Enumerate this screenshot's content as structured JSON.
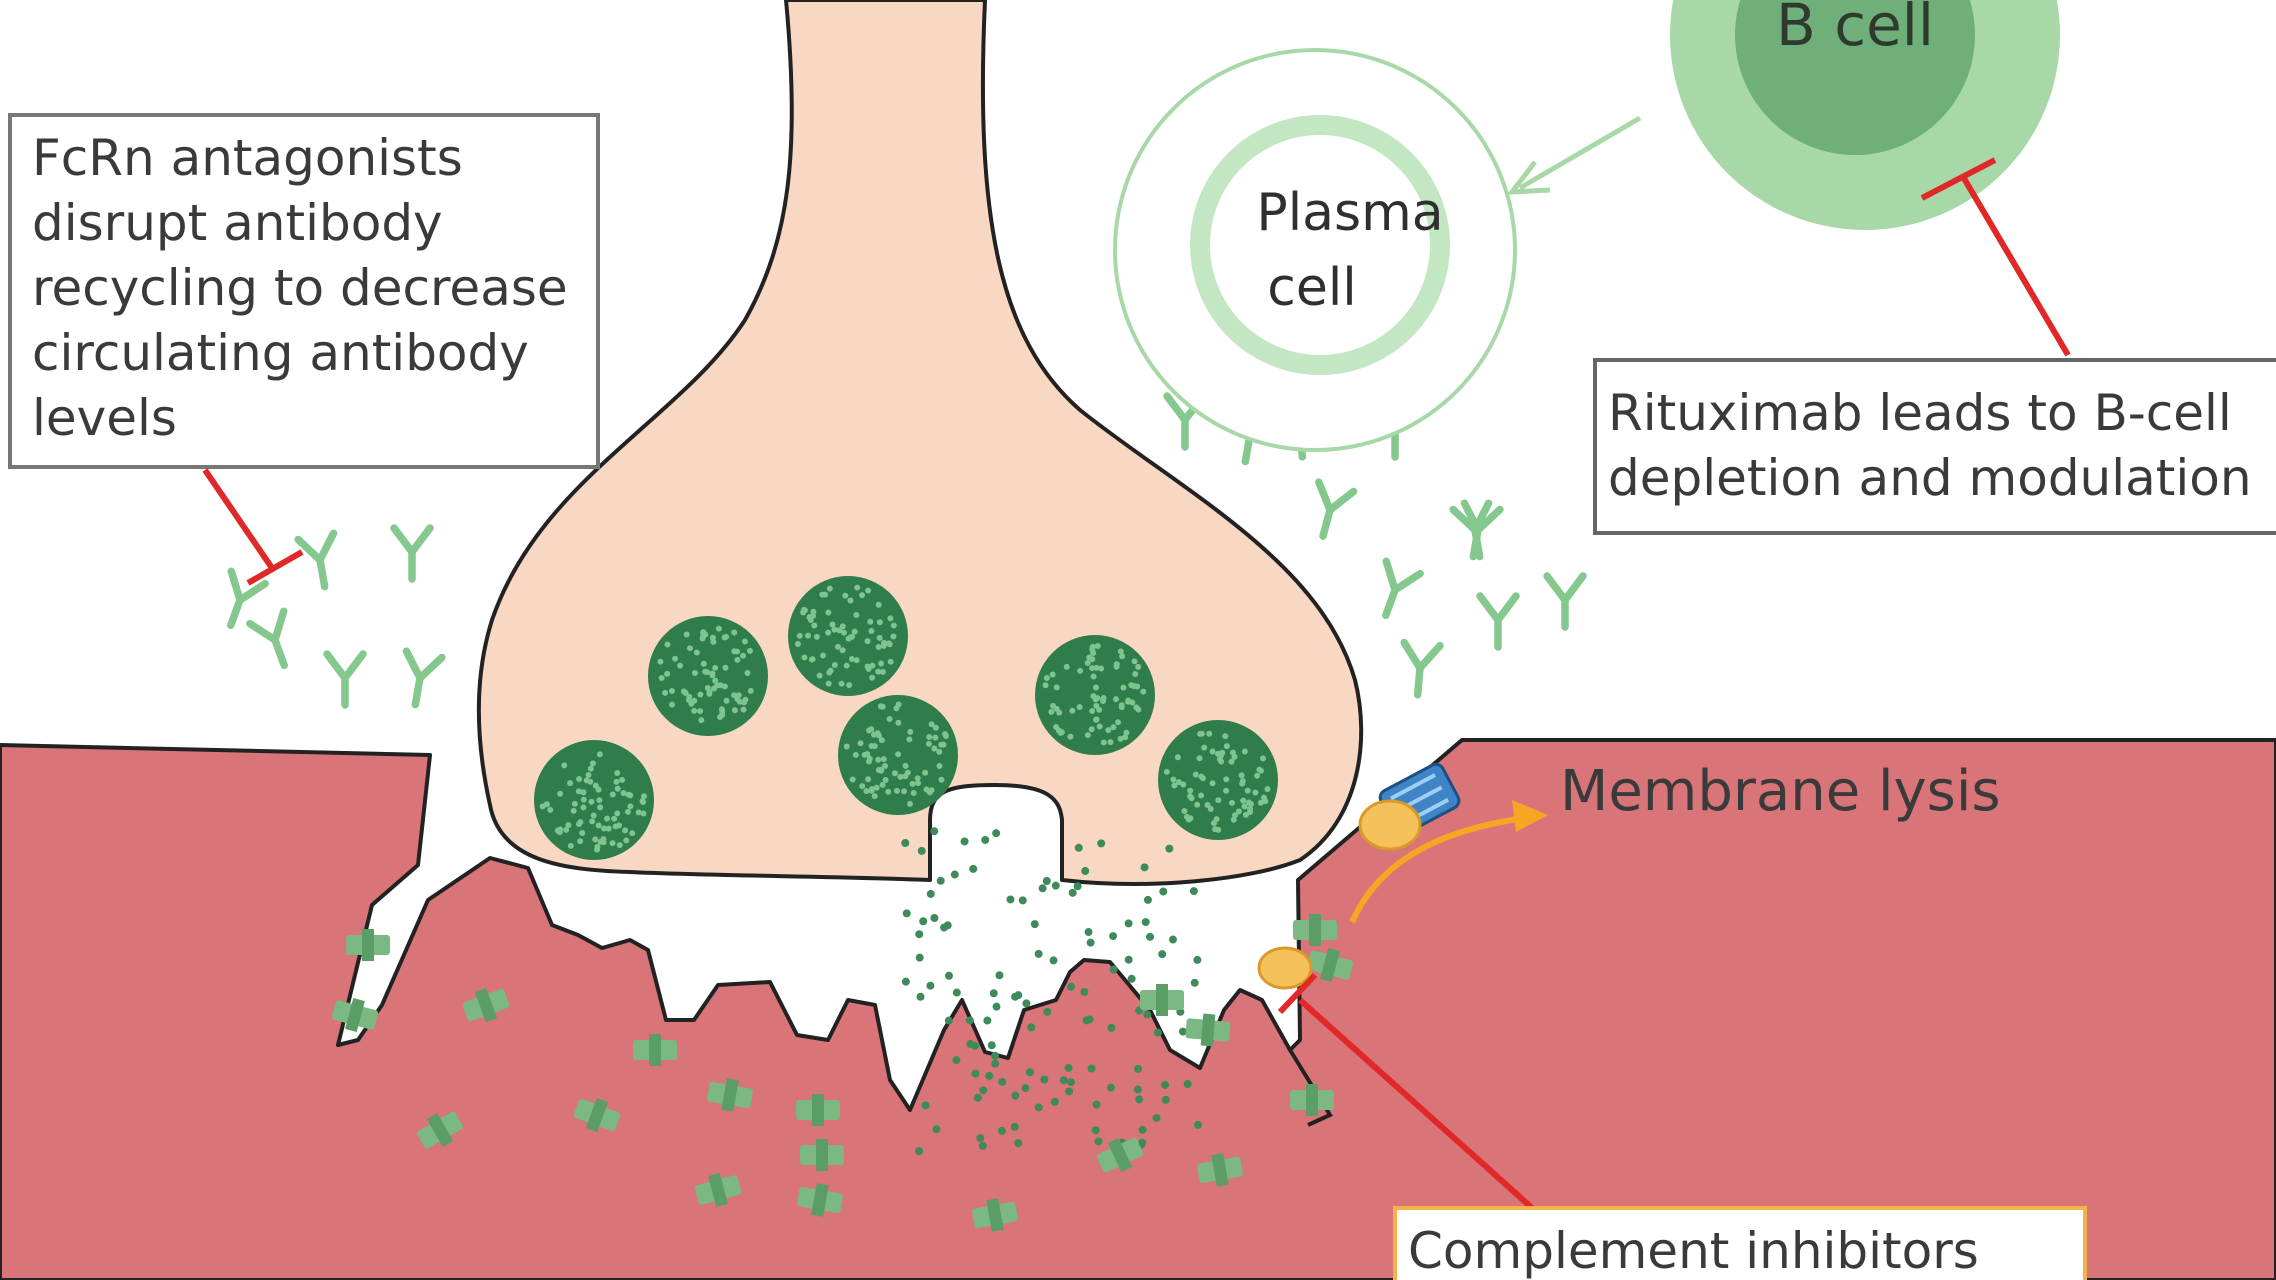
{
  "labels": {
    "b_cell": "B cell",
    "plasma_cell_line1": "Plasma",
    "plasma_cell_line2": "cell",
    "membrane_lysis": "Membrane lysis"
  },
  "callouts": {
    "fcrn": [
      "FcRn antagonists",
      "disrupt antibody",
      "recycling to decrease",
      "circulating antibody",
      "levels"
    ],
    "rituximab": [
      "Rituximab leads to B-cell",
      "depletion and modulation"
    ],
    "complement": [
      "Complement inhibitors"
    ]
  },
  "colors": {
    "muscle": "#d97479",
    "nerve_terminal": "#f9d8c3",
    "vesicle": "#2f7d4b",
    "antibody": "#84c88e",
    "b_cell_outer": "#a8d8a8",
    "b_cell_nucleus": "#6fb07a",
    "plasma_ring": "#c3e6c3",
    "inhibition": "#e02828",
    "lysis_arrow": "#f5a623",
    "mac_pore": "#3f84c6",
    "complement_border": "#f3b24a"
  },
  "icons": {
    "antibody": "y-shaped-antibody-icon",
    "receptor": "acetylcholine-receptor-icon",
    "complement": "membrane-attack-complex-icon"
  }
}
